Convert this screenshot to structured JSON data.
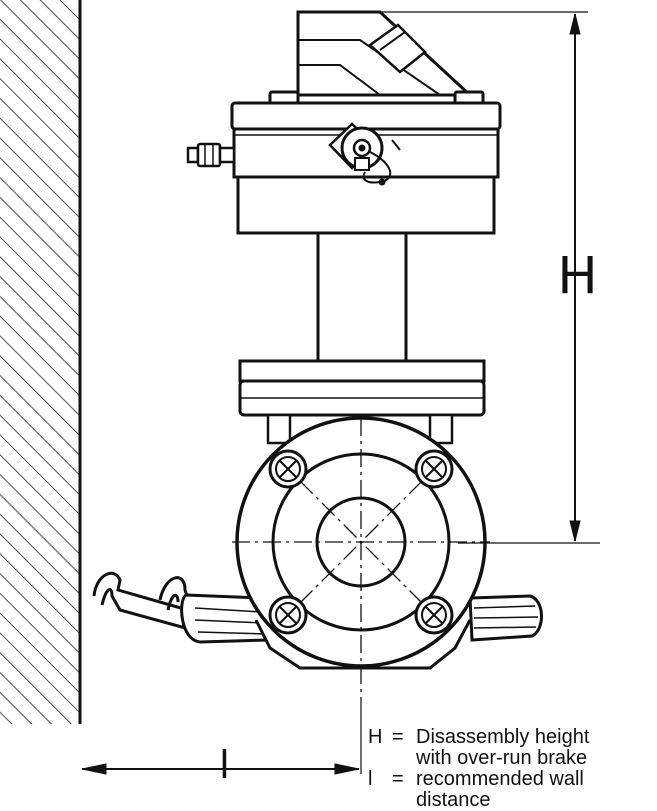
{
  "dimensions": {
    "height_symbol": "H",
    "wall_distance_symbol": "l"
  },
  "legend": [
    {
      "symbol": "H",
      "equals": "=",
      "lines": [
        "Disassembly height",
        "with over-run brake"
      ]
    },
    {
      "symbol": "l",
      "equals": "=",
      "lines": [
        "recommended wall",
        "distance"
      ]
    }
  ],
  "colors": {
    "ink": "#111111",
    "paper": "#ffffff"
  }
}
